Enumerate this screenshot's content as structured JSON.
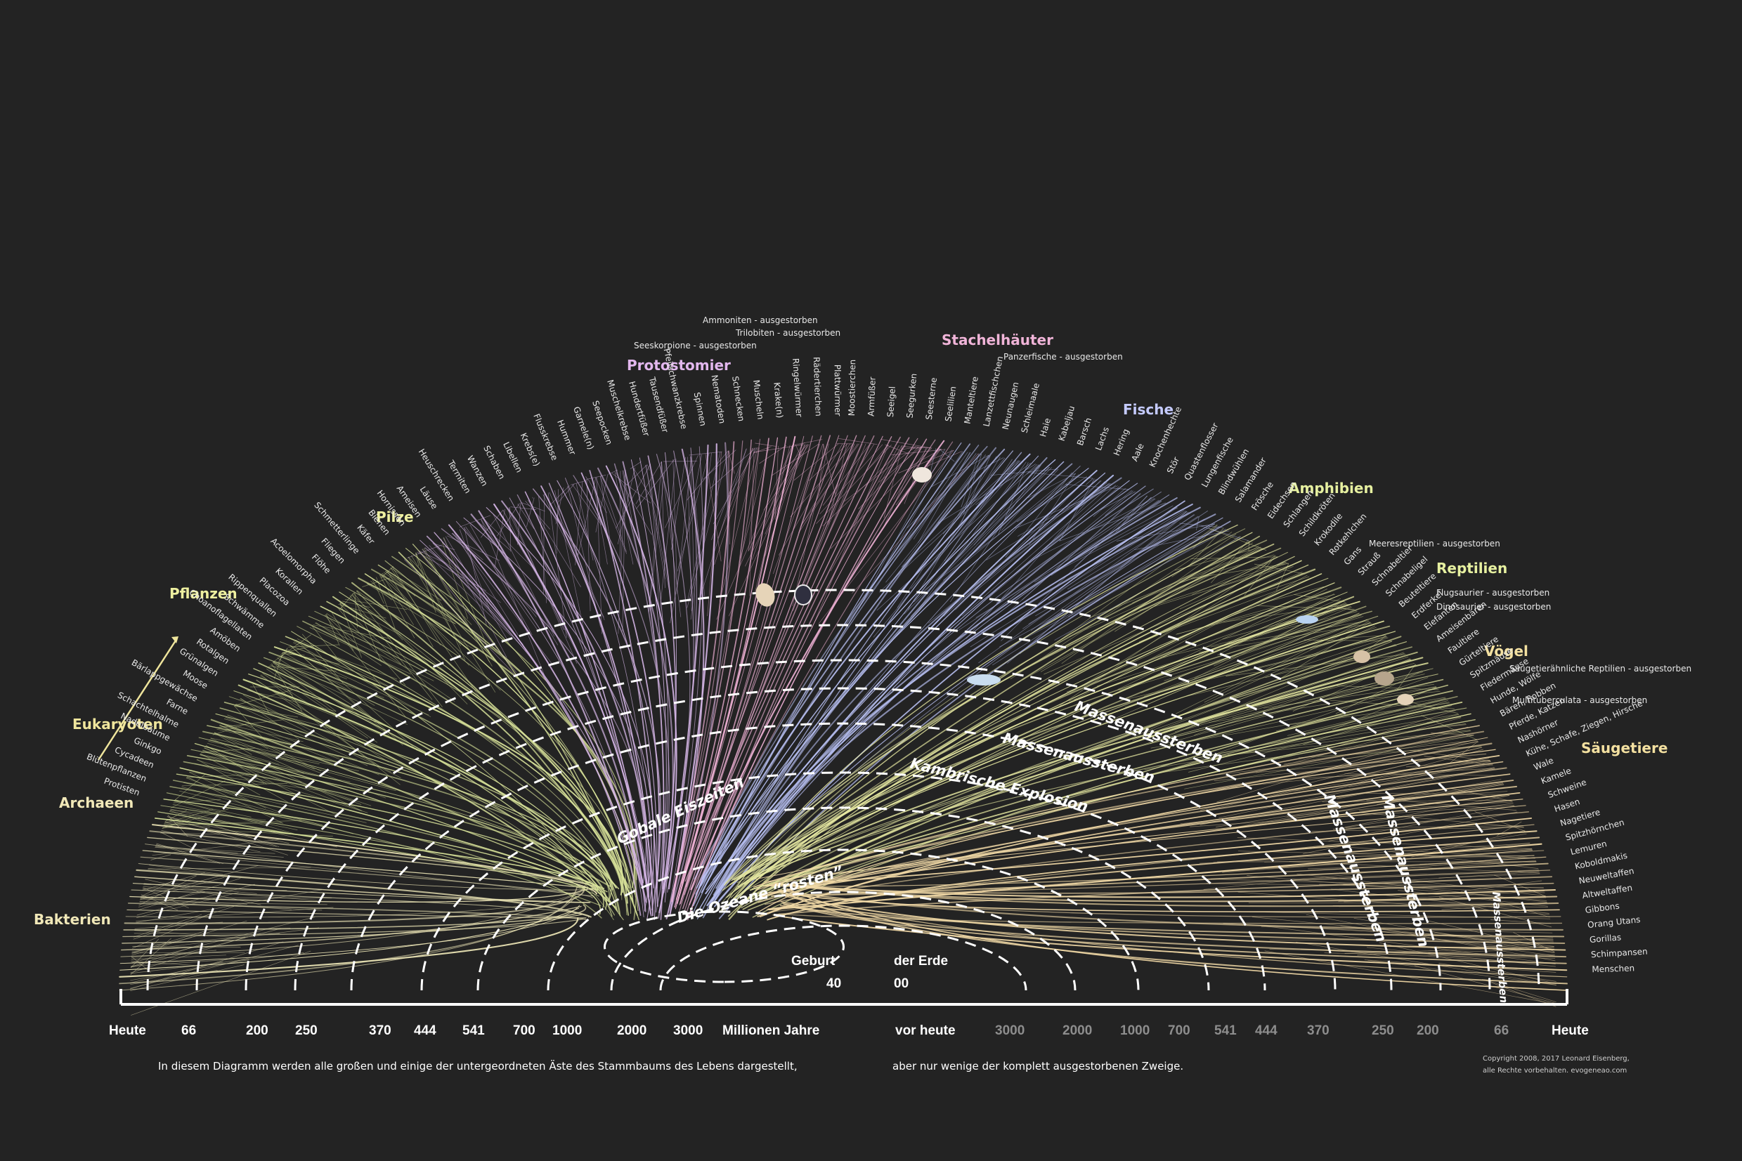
{
  "headers": [
    {
      "text": "Bakterien",
      "color": "#f1e8b8"
    },
    {
      "text": "Archaeen",
      "color": "#f1e8b8"
    },
    {
      "text": "Eukaryoten",
      "color": "#efe59c"
    },
    {
      "text": "Pflanzen",
      "color": "#eef0a0"
    },
    {
      "text": "Pilze",
      "color": "#eef0a0"
    },
    {
      "text": "Protostomier",
      "color": "#e2b7ee"
    },
    {
      "text": "Stachelhäuter",
      "color": "#f0b4d8"
    },
    {
      "text": "Fische",
      "color": "#c5cbff"
    },
    {
      "text": "Amphibien",
      "color": "#e6f0a0"
    },
    {
      "text": "Reptilien",
      "color": "#e6f0a0"
    },
    {
      "text": "Vögel",
      "color": "#f3e0a0"
    },
    {
      "text": "Säugetiere",
      "color": "#f3e0a0"
    }
  ],
  "groups_left": [
    "Protisten",
    "Blütenpflanzen",
    "Cycadeen",
    "Ginkgo",
    "Nadelbäume",
    "Schachtelhalme",
    "Farne",
    "Bärlappgewächse",
    "Moose",
    "Grünalgen",
    "Rotalgen",
    "Amöben",
    "Choanoflagellaten",
    "Schwämme",
    "Rippenquallen",
    "Placozoa",
    "Korallen",
    "Acoelomorpha",
    "Flöhe",
    "Fliegen",
    "Schmetterlinge",
    "Käfer",
    "Bienen",
    "Hornissen",
    "Ameisen",
    "Läuse",
    "Heuschrecken",
    "Termiten",
    "Wanzen",
    "Schaben",
    "Libellen",
    "Krebs(e)",
    "Flusskrebse",
    "Hummer",
    "Garnele(n)",
    "Seepocken",
    "Muschelkrebse",
    "Hundertfüßer",
    "Tausendfüßer",
    "Pfeilschwanzkrebse",
    "Spinnen",
    "Nematoden",
    "Schnecken",
    "Muscheln",
    "Krake(n)"
  ],
  "groups_middle": [
    "Ringelwürmer",
    "Rädertierchen",
    "Plattwürmer",
    "Moostierchen",
    "Armfüßer",
    "Seeigel",
    "Seegurken",
    "Seesterne",
    "Seelilien",
    "Manteltiere",
    "Lanzettfischchen",
    "Neunaugen",
    "Schleimaale",
    "Haie",
    "Kabeljau",
    "Barsch",
    "Lachs",
    "Hering",
    "Aale",
    "Knochenhechte",
    "Stör",
    "Quastenflosser",
    "Lungenfische",
    "Blindwühlen",
    "Salamander",
    "Frösche"
  ],
  "groups_right": [
    "Eidechsen",
    "Schlangen",
    "Schildkröten",
    "Krokodile",
    "Rotkehlchen",
    "Gans",
    "Strauß",
    "Schnabeltier",
    "Schnabeligel",
    "Beuteltiere",
    "Erdferkel",
    "Elefanten",
    "Ameisenbären",
    "Faultiere",
    "Gürteltiere",
    "Spitzmäuse",
    "Fledermäuse",
    "Hunde, Wölfe",
    "Bären, Robben",
    "Pferde, Katzen",
    "Nashörner",
    "Kühe, Schafe, Ziegen, Hirsche",
    "Wale",
    "Kamele",
    "Schweine",
    "Hasen",
    "Nagetiere",
    "Spitzhörnchen",
    "Lemuren",
    "Koboldmakis",
    "Neuweltaffen",
    "Altweltaffen",
    "Gibbons",
    "Orang Utans",
    "Gorillas",
    "Schimpansen",
    "Menschen"
  ],
  "extinct": [
    "Ammoniten - ausgestorben",
    "Trilobiten - ausgestorben",
    "Seeskorpione - ausgestorben",
    "Panzerfische - ausgestorben",
    "Meeresreptilien - ausgestorben",
    "Flugsaurier - ausgestorben",
    "Dinosaurier - ausgestorben",
    "Säugetierähnliche Reptilien - ausgestorben",
    "Multituberculata - ausgestorben"
  ],
  "arc_labels": {
    "ozeane": "Die Ozeane “rosten”",
    "eiszeiten": "Gobale Eiszeiten",
    "kambrisch": "Kambrische Explosion",
    "m1": "Massenaussterben",
    "m2": "Massenaussterben",
    "m3": "Massenaussterben",
    "m4": "Massenaussterben",
    "m5": "Massenaussterben"
  },
  "center": {
    "left_title": "Geburt",
    "right_title": "der Erde",
    "left_num": "40",
    "right_num": "00"
  },
  "axis_left": [
    "Heute",
    "66",
    "200",
    "250",
    "370",
    "444",
    "541",
    "700",
    "1000",
    "2000",
    "3000"
  ],
  "axis_right": [
    "3000",
    "2000",
    "1000",
    "700",
    "541",
    "444",
    "370",
    "250",
    "200",
    "66",
    "Heute"
  ],
  "axis_unit_left": "Millionen Jahre",
  "axis_unit_right": "vor heute",
  "footnote_left": "In diesem Diagramm werden alle großen und einige der untergeordneten Äste des Stammbaums des Lebens dargestellt,",
  "footnote_right": "aber nur wenige der komplett ausgestorbenen Zweige.",
  "copyright_1": "Copyright 2008, 2017 Leonard Eisenberg,",
  "copyright_2": "alle Rechte vorbehalten. evogeneao.com",
  "colors": {
    "background": "#232323",
    "bacteria": "#e9e2b4",
    "plants": "#d9e39a",
    "protostomes": "#d7b7e8",
    "echinoderms": "#f0b2d6",
    "fish": "#b9c1f4",
    "tetrapods": "#e5e7a0",
    "mammals": "#f1d9a6"
  }
}
